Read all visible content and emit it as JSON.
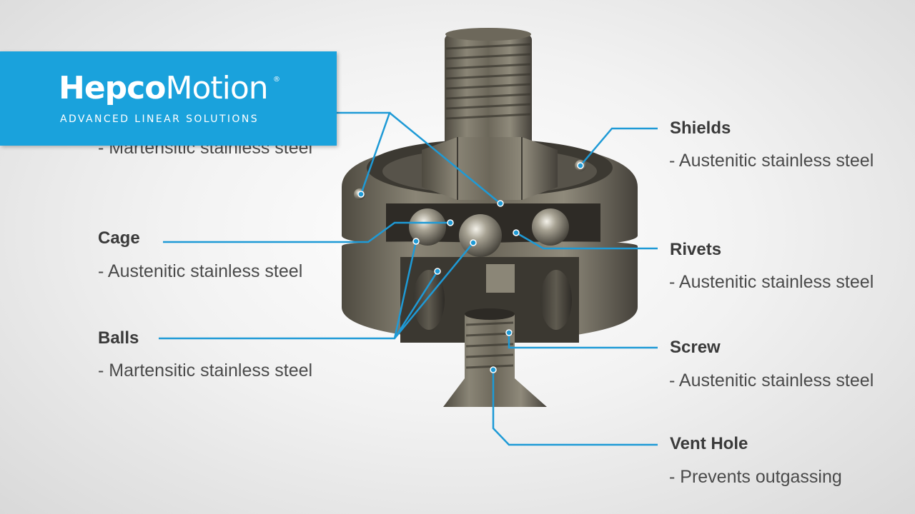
{
  "logo": {
    "name_bold": "Hepco",
    "name_regular": "Motion",
    "registered": "®",
    "tagline": "ADVANCED LINEAR SOLUTIONS"
  },
  "labels": {
    "hidden_part": {
      "desc": "- Martensitic stainless steel"
    },
    "cage": {
      "title": "Cage",
      "desc": "- Austenitic stainless steel"
    },
    "balls": {
      "title": "Balls",
      "desc": "- Martensitic stainless steel"
    },
    "shields": {
      "title": "Shields",
      "desc": "- Austenitic stainless steel"
    },
    "rivets": {
      "title": "Rivets",
      "desc": "- Austenitic stainless steel"
    },
    "screw": {
      "title": "Screw",
      "desc": "- Austenitic stainless steel"
    },
    "vent_hole": {
      "title": "Vent Hole",
      "desc": "- Prevents outgassing"
    }
  },
  "colors": {
    "accent": "#1aa2dc",
    "leader_line": "#1e9ad6",
    "label_text": "#3a3a3a"
  }
}
